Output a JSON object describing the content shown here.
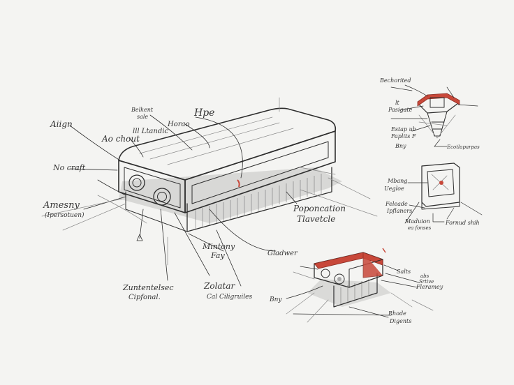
{
  "colors": {
    "paper": "#f4f4f2",
    "ink": "#2e2e2e",
    "accent_red": "#c8483a"
  },
  "labels": {
    "align": "Aiign",
    "no_craft": "No craft",
    "belkent_line1": "Belkent",
    "belkent_line2": "sale",
    "ao_chout": "Ao chout",
    "lltandic": "lll Ltandic",
    "horao": "Horao",
    "hpe": "Hpe",
    "amesny_line1": "Amesny",
    "amesny_line2": "(Ipersotuen)",
    "poponcation_line1": "Poponcation",
    "poponcation_line2": "Tlavetcle",
    "mintony_line1": "Mintony",
    "mintony_line2": "Fay",
    "gladwer": "Gladwer",
    "zunter_line1": "Zuntentelsec",
    "zunter_line2": "Cipfonal.",
    "zolatar_line1": "Zolatar",
    "zolatar_line2": "Cal Ciligruiles",
    "inset1_top": "Bechorited",
    "inset1_it": "lt",
    "inset1_pasigate": "Pasigate",
    "inset1_estap_line1": "Estap ub",
    "inset1_estap_line2": "Faplits F",
    "inset1_bny": "Bny",
    "inset1_right": "Ecotlaparpas",
    "inset2_mbang_line1": "Mbang",
    "inset2_mbang_line2": "Uegloe",
    "inset2_feleade_line1": "Feleade",
    "inset2_feleade_line2": "Ipflaners",
    "inset2_maduion_line1": "Maduion",
    "inset2_maduion_line2": "ea fonses",
    "inset2_fornud": "Fornud shih",
    "inset3_salts": "Salts",
    "inset3_abs_line1": "abs",
    "inset3_abs_line2": "Srtive",
    "inset3_abs_line3": "Fleramey",
    "inset3_bny": "Bny",
    "inset3_rhode_line1": "Rhode",
    "inset3_rhode_line2": "Digents"
  }
}
